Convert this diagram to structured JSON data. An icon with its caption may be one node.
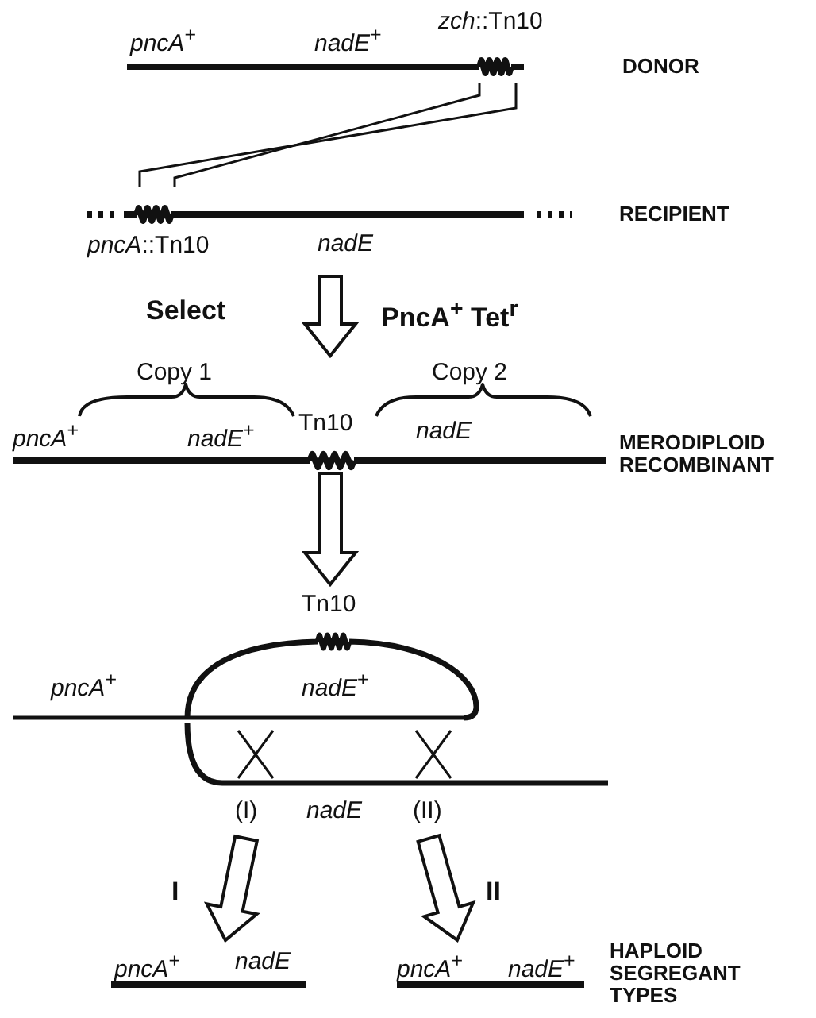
{
  "diagram": {
    "nodes": [
      {
        "text": [
          "*pncA*$^{+}$",
          "*nadE*$^{+}$",
          "*zch*::Tn10"
        ],
        "beside": [
          "DONOR"
        ]
      },
      {
        "text": [
          "*pncA*::Tn10",
          "*nadE*"
        ],
        "beside": [
          "RECIPIENT"
        ]
      },
      {
        "text": [
          "Copy 1",
          "Copy 2",
          "*pncA*$^{+}$",
          "*nadE*$^{+}$",
          "Tn10",
          "*nadE*"
        ],
        "beside": [
          "MERODIPLOID RECOMBINANT"
        ]
      },
      {
        "text": [
          "Tn10",
          "*pncA*$^{+}$",
          "*nadE*$^{+}$",
          "(I)",
          "*nadE*",
          "(II)"
        ]
      },
      {
        "text": [
          "*pncA*$^{+}$",
          "*nadE*"
        ]
      },
      {
        "text": [
          "*pncA*$^{+}$",
          "*nadE*$^{+}$"
        ],
        "beside": [
          "HAPLOID SEGREGANT TYPES"
        ]
      }
    ],
    "edges": [
      {
        "from": 0,
        "to": 1,
        "arrow": "none"
      },
      {
        "from": 0,
        "to": 1,
        "arrow": "none"
      },
      {
        "from": 1,
        "to": 2,
        "arrow": "to",
        "label": "Select"
      },
      {
        "from": 2,
        "to": 3,
        "arrow": "to"
      },
      {
        "from": 3,
        "to": 4,
        "arrow": "to",
        "label": "I"
      },
      {
        "from": 3,
        "to": 5,
        "arrow": "to",
        "label": "II"
      }
    ],
    "labels": [
      "PncA$^{+}$ Tet$^{r}$"
    ]
  }
}
